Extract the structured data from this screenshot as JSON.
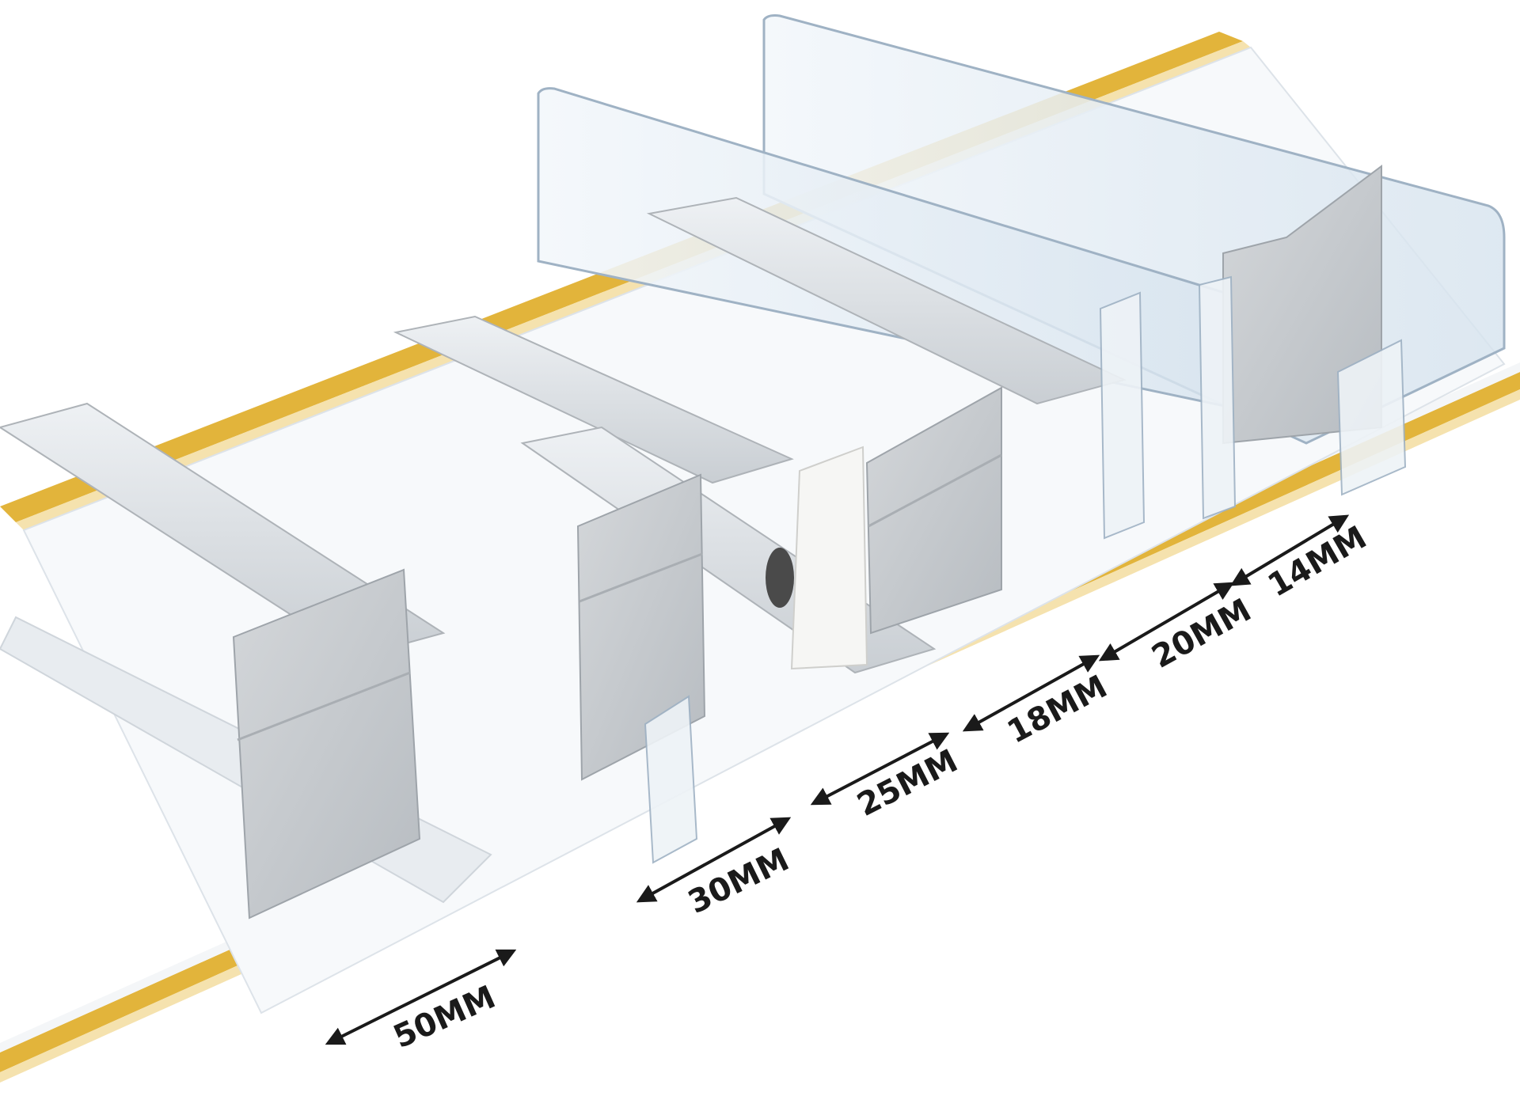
{
  "scene": {
    "description_visible": false,
    "colors": {
      "background": "#ffffff",
      "rail_gold": "#e2b43b",
      "rail_clear": "#eef1f5",
      "pusher_grey": "#c8ccd0",
      "pusher_dark": "#aeb3b8",
      "acrylic": "#dfe9f2",
      "acrylic_edge": "#9fb2c4",
      "arrow": "#1a1a1a"
    }
  },
  "dimensions": [
    {
      "label": "50MM"
    },
    {
      "label": "30MM"
    },
    {
      "label": "25MM"
    },
    {
      "label": "18MM"
    },
    {
      "label": "20MM"
    },
    {
      "label": "14MM"
    }
  ]
}
